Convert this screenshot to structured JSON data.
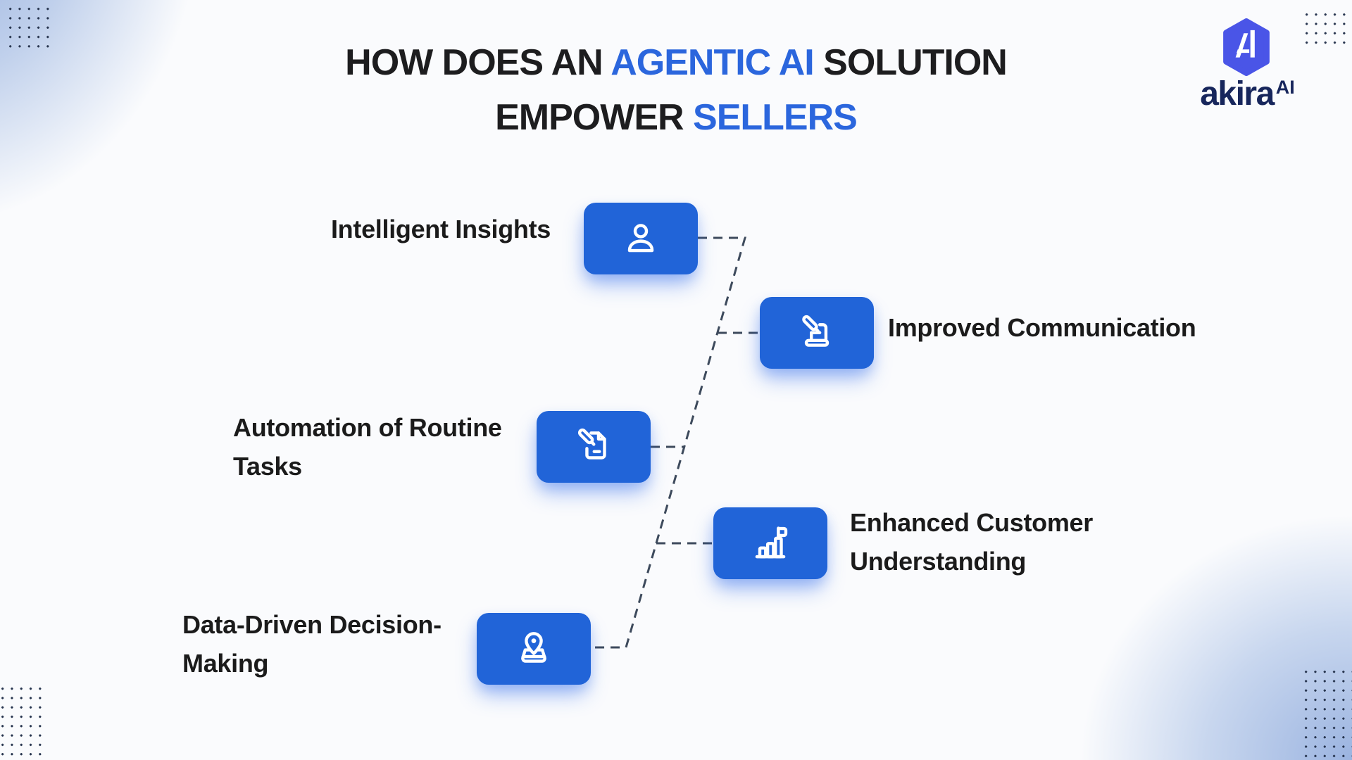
{
  "title": {
    "l1_dark": "HOW DOES AN ",
    "l1_accent": "AGENTIC AI",
    "l1_dark2": " SOLUTION",
    "l2_dark": "EMPOWER ",
    "l2_accent": "SELLERS"
  },
  "logo": {
    "wordmark": "akira",
    "superscript": "AI",
    "monogram": "A"
  },
  "items": [
    {
      "label": "Intelligent Insights",
      "icon": "user-icon",
      "side": "label-left"
    },
    {
      "label": "Improved Communication",
      "icon": "pen-signing-icon",
      "side": "label-right"
    },
    {
      "label": "Automation of Routine Tasks",
      "icon": "document-pen-icon",
      "side": "label-left"
    },
    {
      "label": "Enhanced Customer Understanding",
      "icon": "bar-chart-flag-icon",
      "side": "label-right"
    },
    {
      "label": "Data-Driven Decision-Making",
      "icon": "map-pin-icon",
      "side": "label-left"
    }
  ],
  "colors": {
    "accent_blue": "#2b66dd",
    "card_blue": "#2164d8",
    "text_dark": "#1b1b1b",
    "logo_navy": "#17265c",
    "logo_indigo": "#4a55e7",
    "connector_gray": "#3d4a5c",
    "corner_blue": "#8aa7db"
  }
}
